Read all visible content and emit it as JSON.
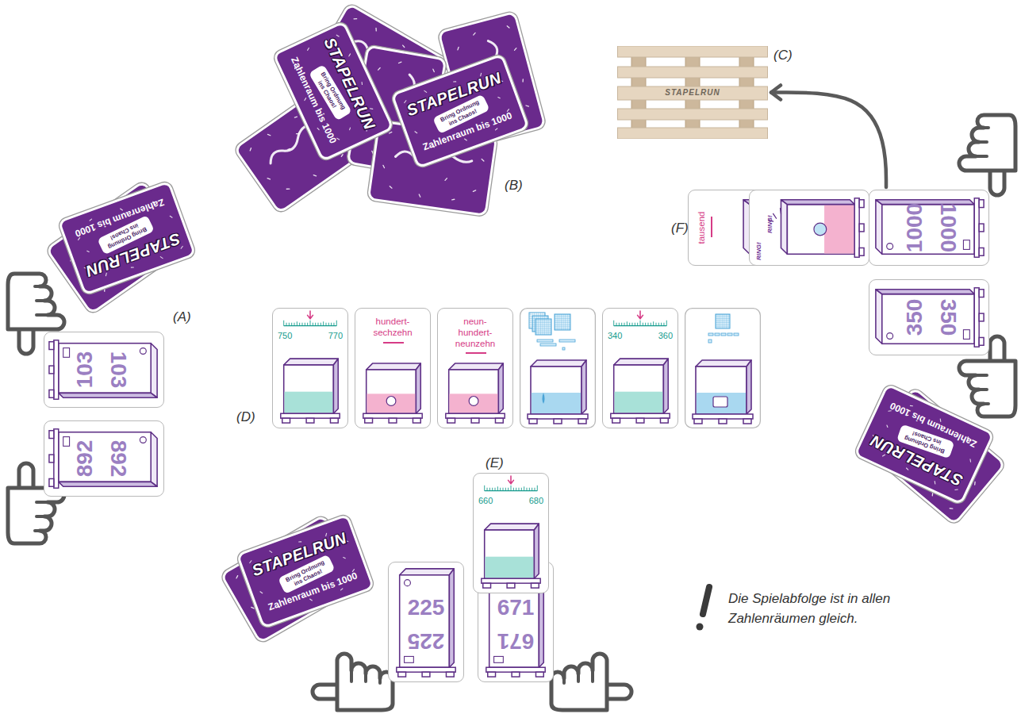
{
  "diagram": {
    "nodes": [
      {
        "text": [
          "STAPELRUN",
          "Bring Ordnung ins Chaos!",
          "Zahlenraum bis 1000"
        ]
      },
      {
        "text": [
          "STAPELRUN",
          "Bring Ordnung ins Chaos!",
          "Zahlenraum bis 1000"
        ]
      },
      {
        "text": [
          "STAPELRUN"
        ]
      },
      {
        "text": [
          "STAPELRUN",
          "Bring Ordnung ins Chaos!",
          "Zahlenraum bis 1000"
        ]
      },
      {
        "text": [
          "tausend"
        ]
      },
      {
        "text": [
          "RING!",
          "RING!"
        ]
      },
      {
        "text": [
          "1000",
          "1000"
        ]
      },
      {
        "text": [
          "350",
          "350"
        ]
      },
      {
        "text": [
          "103",
          "103"
        ]
      },
      {
        "text": [
          "750",
          "770"
        ]
      },
      {
        "text": [
          "hundert- sechzehn"
        ]
      },
      {
        "text": [
          "neun- hundert- neunzehn"
        ]
      },
      {
        "text": [
          "340",
          "360"
        ]
      },
      {
        "text": [
          "892",
          "892"
        ]
      },
      {
        "text": [
          "STAPELRUN",
          "Bring Ordnung ins Chaos!",
          "Zahlenraum bis 1000"
        ]
      },
      {
        "text": [
          "660",
          "680"
        ]
      },
      {
        "text": [
          "STAPELRUN",
          "Bring Ordnung ins Chaos!",
          "Zahlenraum bis 1000"
        ]
      },
      {
        "text": [
          "225",
          "225"
        ]
      },
      {
        "text": [
          "671",
          "671"
        ]
      }
    ],
    "edges": [
      {
        "from": 6,
        "to": 2,
        "arrow": "to"
      }
    ],
    "labels": [
      "(A)",
      "(B)",
      "(C)",
      "(D)",
      "(E)",
      "(F)",
      "Die Spielabfolge ist in allen Zahlenräumen gleich."
    ]
  }
}
